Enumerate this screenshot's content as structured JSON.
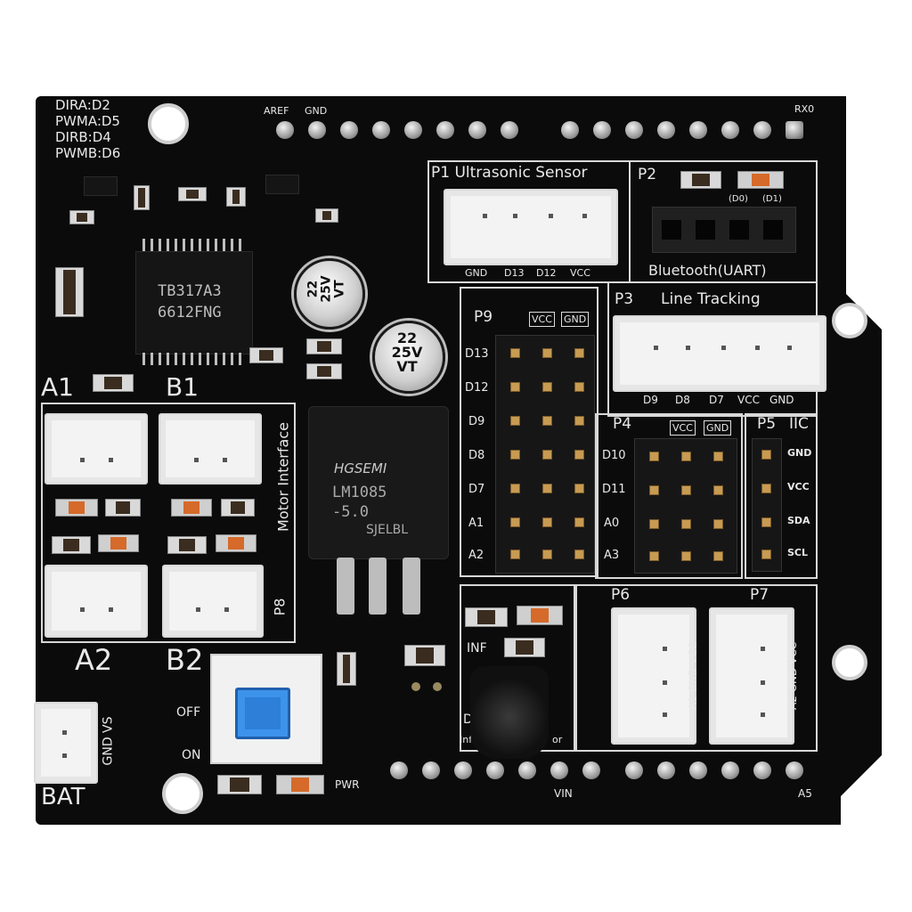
{
  "board": {
    "motor_pin_map": [
      "DIRA:D2",
      "PWMA:D5",
      "DIRB:D4",
      "PWMB:D6"
    ],
    "top_header_labels": {
      "aref": "AREF",
      "gnd": "GND",
      "rx0": "RX0"
    },
    "bottom_header_labels": {
      "vin": "VIN",
      "a5": "A5"
    },
    "driver_ic": {
      "line1": "TB317A3",
      "line2": "6612FNG"
    },
    "caps": [
      {
        "line1": "22",
        "line2": "25V",
        "line3": "VT"
      },
      {
        "line1": "22",
        "line2": "25V",
        "line3": "VT"
      }
    ],
    "regulator": {
      "brand": "HGSEMI",
      "line1": "LM1085",
      "line2": "-5.0",
      "line3": "SJELBL"
    },
    "motor_labels": {
      "a1": "A1",
      "b1": "B1",
      "a2": "A2",
      "b2": "B2",
      "interface": "Motor Interface",
      "p8": "P8"
    },
    "power": {
      "off": "OFF",
      "on": "ON",
      "pwr": "PWR",
      "bat": "BAT",
      "bat_pins": "GND VS"
    },
    "p1": {
      "title": "P1 Ultrasonic Sensor",
      "pins": [
        "GND",
        "D13",
        "D12",
        "VCC"
      ]
    },
    "p2": {
      "title": "P2",
      "sub": "Bluetooth(UART)",
      "pin_d0": "(D0)",
      "pin_d1": "(D1)"
    },
    "p3": {
      "title": "P3",
      "name": "Line Tracking",
      "pins": [
        "D9",
        "D8",
        "D7",
        "VCC",
        "GND"
      ]
    },
    "p9": {
      "title": "P9",
      "vcc": "VCC",
      "gnd": "GND",
      "rows": [
        "D13",
        "D12",
        "D9",
        "D8",
        "D7",
        "A1",
        "A2"
      ]
    },
    "p4": {
      "title": "P4",
      "vcc": "VCC",
      "gnd": "GND",
      "rows": [
        "D10",
        "D11",
        "A0",
        "A3"
      ]
    },
    "p5": {
      "title": "P5",
      "bus": "IIC",
      "pins": [
        "GND",
        "VCC",
        "SDA",
        "SCL"
      ]
    },
    "p6": {
      "title": "P6",
      "pins": "A1 GND VCC"
    },
    "p7": {
      "title": "P7",
      "pins": "A2 GND VCC"
    },
    "ir": {
      "inf": "INF",
      "frag_d": "D",
      "frag_infrared": "Inf",
      "frag_sensor": "or"
    }
  }
}
